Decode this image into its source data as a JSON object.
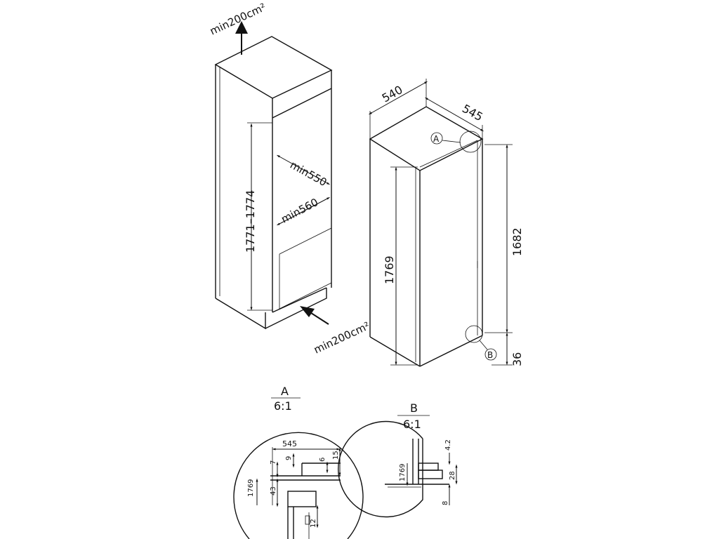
{
  "labels": {
    "vent_top": "min200cm²",
    "vent_bottom": "min200cm²",
    "niche_width": "min550",
    "niche_depth": "min560",
    "niche_height": "1771–1774",
    "fridge_width": "540",
    "fridge_depth": "545",
    "fridge_door_height": "1769",
    "fridge_body_height": "1682",
    "bottom_offset": "36",
    "marker_a": "A",
    "marker_b": "B"
  },
  "detail_a": {
    "title": "A",
    "scale": "6:1",
    "dims": [
      "545",
      "7",
      "9",
      "6",
      "15",
      "43",
      "1769",
      "12"
    ]
  },
  "detail_b": {
    "title": "B",
    "scale": "6:1",
    "dims": [
      "4.2",
      "1769",
      "28",
      "8"
    ]
  }
}
